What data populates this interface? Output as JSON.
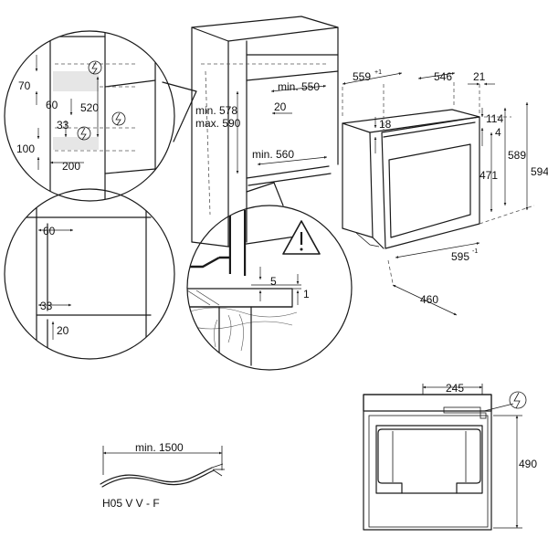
{
  "labels": {
    "d70": "70",
    "d60": "60",
    "d520": "520",
    "d33": "33",
    "d100": "100",
    "d200": "200",
    "min578": "min. 578",
    "max590": "max. 590",
    "min550": "min. 550",
    "d20a": "20",
    "min560": "min. 560",
    "d559": "559",
    "sup559": "+1",
    "d546": "546",
    "d21": "21",
    "d18": "18",
    "d114": "114",
    "d4": "4",
    "d589": "589",
    "d594": "594",
    "d471": "471",
    "d595": "595",
    "sup595": "-1",
    "d460": "460",
    "z60": "60",
    "z33": "33",
    "z20": "20",
    "d5": "5",
    "d1": "1",
    "d245": "245",
    "d490": "490",
    "cable_len": "min. 1500",
    "cable_type": "H05 V V - F"
  },
  "icons": [
    "power-symbol-icon",
    "warning-triangle-icon"
  ]
}
